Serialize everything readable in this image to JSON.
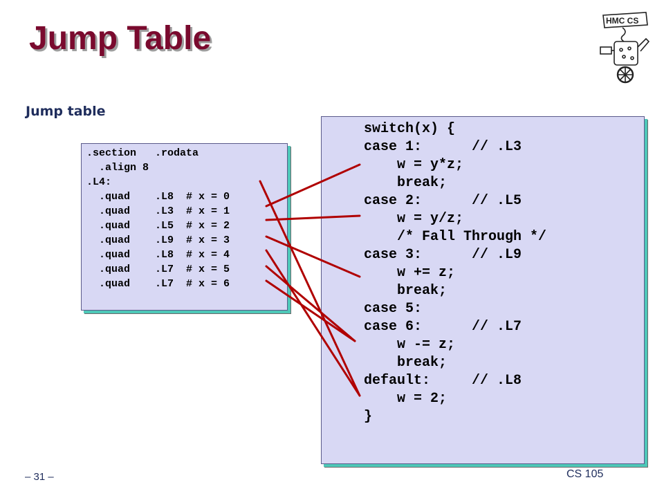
{
  "slide": {
    "title": "Jump Table",
    "subtitle": "Jump table",
    "slide_number": "– 31 –",
    "course": "CS 105"
  },
  "logo": {
    "text": "HMC CS"
  },
  "asm": {
    "lines": [
      ".section   .rodata",
      "  .align 8",
      ".L4:",
      "  .quad    .L8  # x = 0",
      "  .quad    .L3  # x = 1",
      "  .quad    .L5  # x = 2",
      "  .quad    .L9  # x = 3",
      "  .quad    .L8  # x = 4",
      "  .quad    .L7  # x = 5",
      "  .quad    .L7  # x = 6"
    ]
  },
  "code": {
    "lines": [
      "switch(x) {",
      "case 1:      // .L3",
      "    w = y*z;",
      "    break;",
      "case 2:      // .L5",
      "    w = y/z;",
      "    /* Fall Through */",
      "case 3:      // .L9",
      "    w += z;",
      "    break;",
      "case 5:",
      "case 6:      // .L7",
      "    w -= z;",
      "    break;",
      "default:     // .L8",
      "    w = 2;",
      "}"
    ]
  },
  "arrow_color": "#b00000",
  "colors": {
    "title": "#7a0a2e",
    "subtitle": "#1f2d5c",
    "box_fill": "#d8d8f4",
    "box_shadow": "#4ec8b8"
  }
}
